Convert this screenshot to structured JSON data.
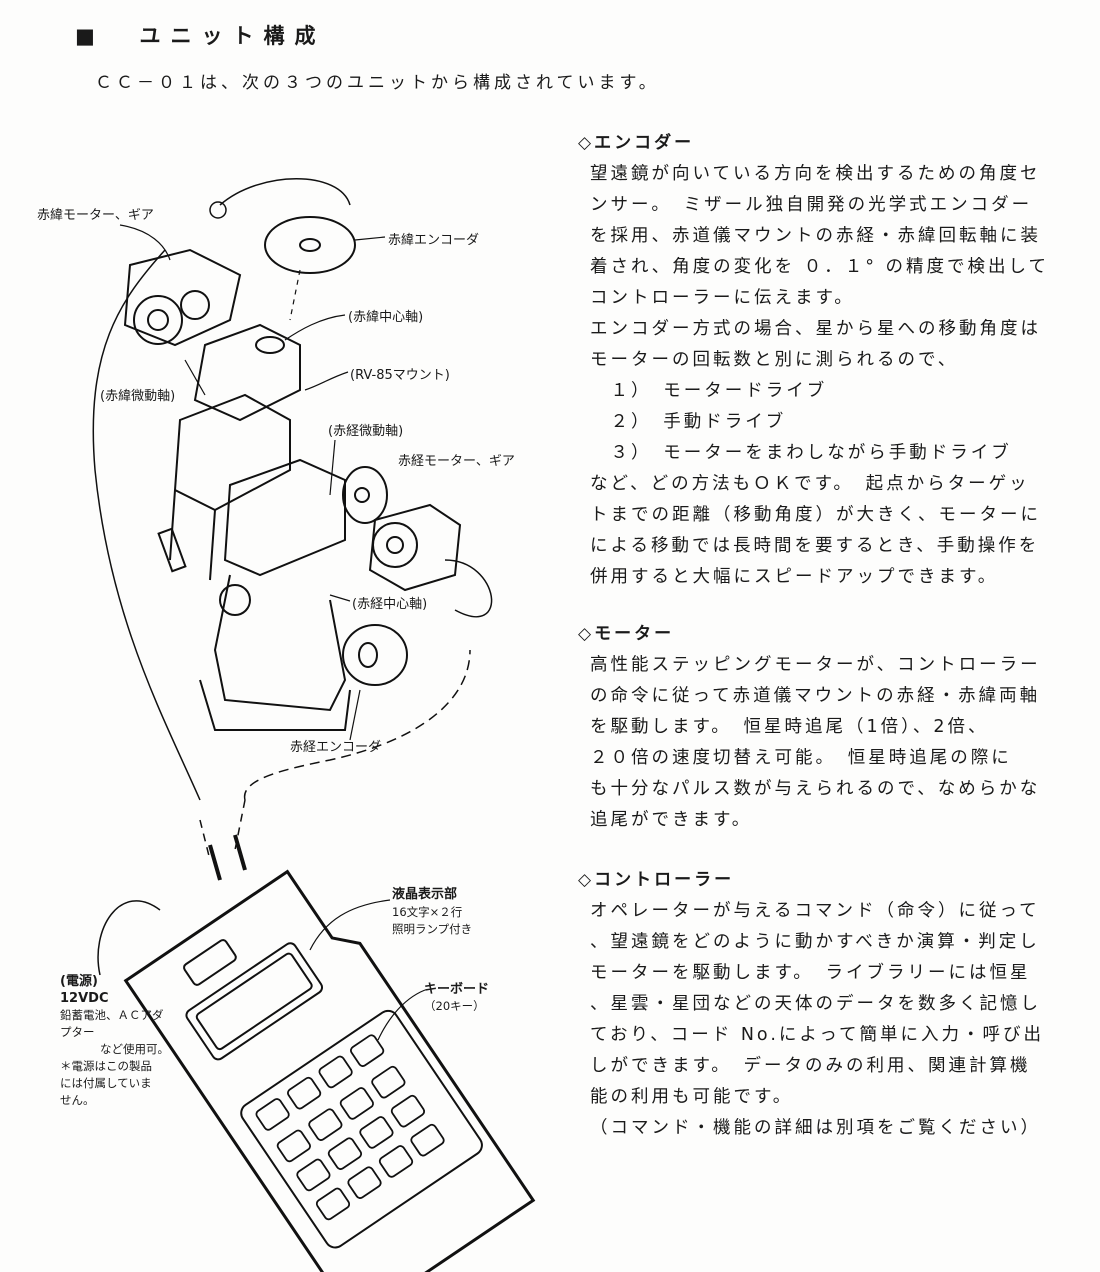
{
  "heading": {
    "bullet": "■",
    "title": "ユニット構成"
  },
  "intro": "ＣＣ－０１は、次の３つのユニットから構成されています。",
  "sections": [
    {
      "title": "◇エンコダー",
      "lines": [
        "望遠鏡が向いている方向を検出するための角度セ",
        "ンサー。　ミザール独自開発の光学式エンコダー",
        "を採用、赤道儀マウントの赤経・赤緯回転軸に装",
        "着され、角度の変化を ０．１° の精度で検出して",
        "コントローラーに伝えます。",
        "エンコダー方式の場合、星から星への移動角度は",
        "モーターの回転数と別に測られるので、",
        "　１）　モータードライブ",
        "　２）　手動ドライブ",
        "　３）　モーターをまわしながら手動ドライブ",
        "など、どの方法もＯＫです。　起点からターゲッ",
        "トまでの距離（移動角度）が大きく、モーターに",
        "による移動では長時間を要するとき、手動操作を",
        "併用すると大幅にスピードアップできます。"
      ]
    },
    {
      "title": "◇モーター",
      "lines": [
        "高性能ステッピングモーターが、コントローラー",
        "の命令に従って赤道儀マウントの赤経・赤緯両軸",
        "を駆動します。　恒星時追尾（1倍）、2倍、",
        "２０倍の速度切替え可能。　恒星時追尾の際に",
        "も十分なパルス数が与えられるので、なめらかな",
        "追尾ができます。"
      ]
    },
    {
      "title": "◇コントローラー",
      "lines": [
        "オペレーターが与えるコマンド（命令）に従って",
        "、望遠鏡をどのように動かすべきか演算・判定し",
        "モーターを駆動します。　ライブラリーには恒星",
        "、星雲・星団などの天体のデータを数多く記憶し",
        "ており、コード No.によって簡単に入力・呼び出",
        "しができます。　データのみの利用、関連計算機",
        "能の利用も可能です。",
        "（コマンド・機能の詳細は別項をご覧ください）"
      ]
    }
  ],
  "diagram_labels": {
    "dec_motor": "赤緯モーター、ギア",
    "dec_encoder": "赤緯エンコーダ",
    "dec_axis": "(赤緯中心軸)",
    "mount": "(RV-85マウント)",
    "dec_fine": "(赤緯微動軸)",
    "ra_fine": "(赤経微動軸)",
    "ra_motor": "赤経モーター、ギア",
    "ra_axis": "(赤経中心軸)",
    "ra_encoder": "赤経エンコーダ",
    "lcd": "液晶表示部",
    "lcd_detail1": "16文字×２行",
    "lcd_detail2": "照明ランプ付き",
    "keyboard": "キーボード",
    "keyboard_detail": "（20キー）",
    "power": "(電源)",
    "power_voltage": "12VDC",
    "power_note1": "鉛蓄電池、ＡＣアダ",
    "power_note2": "プター",
    "power_note3": "など使用可。",
    "power_note4": "＊電源はこの製品",
    "power_note5": "には付属していま",
    "power_note6": "せん。"
  }
}
